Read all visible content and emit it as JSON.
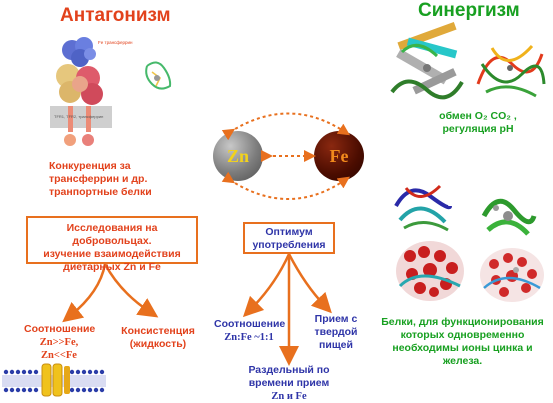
{
  "headings": {
    "antagonism": "Антагонизм",
    "synergism": "Синергизм"
  },
  "ions": {
    "zn": "Zn",
    "fe": "Fe"
  },
  "left": {
    "receptor_label_top": "Fe трансферрин",
    "receptor_label_membrane": "TFR1, TFR2, трансферрин",
    "competition": [
      "Конкуренция за",
      "трансферрин и др.",
      "транпортные белки"
    ],
    "study_box": [
      "Исследования на добровольцах.",
      "изучение взаимодействия",
      "диетарных Zn и Fe"
    ],
    "ratio_title": "Соотношение",
    "ratio_lines": [
      "Zn>>Fe,",
      "Zn<<Fe"
    ],
    "consistency": [
      "Консистенция",
      "(жидкость)"
    ]
  },
  "center": {
    "optimum_box": [
      "Оптимум",
      "употребления"
    ],
    "ratio_title": "Соотношение",
    "ratio_value": "Zn:Fe ~1:1",
    "solid_food": [
      "Прием с",
      "твердой пищей"
    ],
    "separate": [
      "Раздельный по",
      "времени прием",
      "Zn и Fe"
    ]
  },
  "right": {
    "exchange": [
      "обмен O₂ CO₂ ,",
      "регуляция pH"
    ],
    "proteins": [
      "Белки, для функционирования",
      "которых одновременно",
      "необходимы ионы цинка и",
      "железа."
    ]
  },
  "colors": {
    "red": "#e2421c",
    "orange": "#e8701e",
    "blue": "#2f35a8",
    "green": "#18a021",
    "zn": "#707070",
    "fe": "#4a0c00"
  }
}
